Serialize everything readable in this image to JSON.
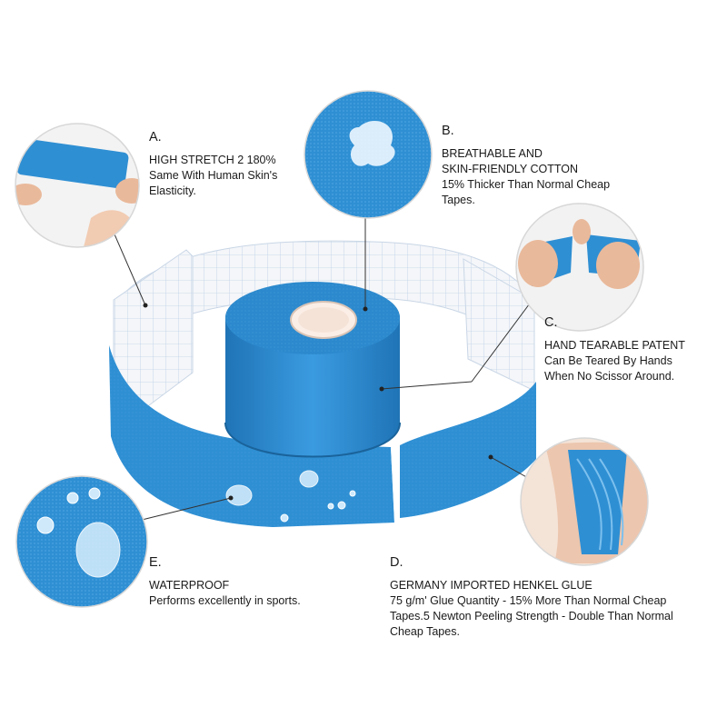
{
  "features": {
    "a": {
      "letter": "A.",
      "lines": [
        "HIGH STRETCH 2 180%",
        "Same With Human Skin's",
        "Elasticity."
      ]
    },
    "b": {
      "letter": "B.",
      "lines": [
        "BREATHABLE AND",
        "SKIN-FRIENDLY COTTON",
        "15% Thicker Than Normal Cheap",
        "Tapes."
      ]
    },
    "c": {
      "letter": "C.",
      "lines": [
        "HAND TEARABLE PATENT",
        "Can Be Teared By Hands",
        "When No Scissor Around."
      ]
    },
    "d": {
      "letter": "D.",
      "lines": [
        "GERMANY IMPORTED HENKEL GLUE",
        "75 g/m' Glue Quantity - 15% More Than Normal Cheap",
        "Tapes.5 Newton Peeling Strength - Double Than Normal",
        "Cheap Tapes."
      ]
    },
    "e": {
      "letter": "E.",
      "lines": [
        "WATERPROOF",
        "Performs excellently in sports."
      ]
    }
  },
  "colors": {
    "tape_blue": "#2f8fd3",
    "tape_blue_dark": "#1e6fae",
    "tape_blue_light": "#52a9e3",
    "backing_paper": "#f4f6f9",
    "grid_line": "#a9c3e0",
    "skin": "#e9b99b",
    "leader_line": "#333333"
  }
}
